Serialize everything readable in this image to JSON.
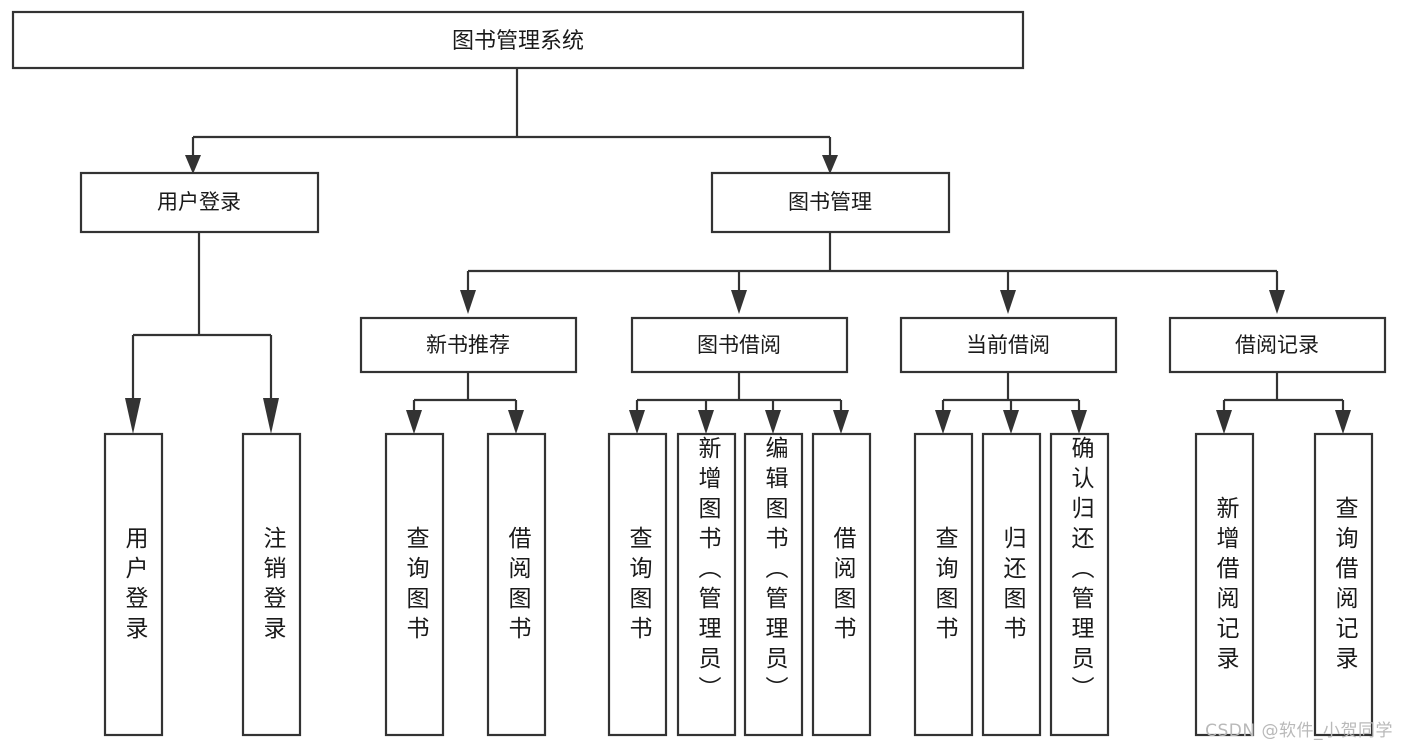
{
  "diagram": {
    "type": "tree-hierarchy",
    "orientation": "top-down",
    "title": "图书管理系统",
    "levels": 4,
    "colors": {
      "box_fill": "#ffffff",
      "box_stroke": "#333333",
      "text": "#1a1a1a",
      "watermark": "#b9b9b9",
      "background": "#ffffff"
    }
  },
  "root": {
    "label": "图书管理系统"
  },
  "level2": [
    {
      "label": "用户登录"
    },
    {
      "label": "图书管理"
    }
  ],
  "level3": [
    {
      "label": "新书推荐"
    },
    {
      "label": "图书借阅"
    },
    {
      "label": "当前借阅"
    },
    {
      "label": "借阅记录"
    }
  ],
  "leaves": {
    "user_login": [
      {
        "label": "用户登录"
      },
      {
        "label": "注销登录"
      }
    ],
    "new_book_recommend": [
      {
        "label": "查询图书"
      },
      {
        "label": "借阅图书"
      }
    ],
    "book_borrow": [
      {
        "label": "查询图书"
      },
      {
        "label": "新增图书（管理员）"
      },
      {
        "label": "编辑图书（管理员）"
      },
      {
        "label": "借阅图书"
      }
    ],
    "current_borrow": [
      {
        "label": "查询图书"
      },
      {
        "label": "归还图书"
      },
      {
        "label": "确认归还（管理员）"
      }
    ],
    "borrow_records": [
      {
        "label": "新增借阅记录"
      },
      {
        "label": "查询借阅记录"
      }
    ]
  },
  "watermark": {
    "text": "CSDN @软件_小贺同学"
  }
}
